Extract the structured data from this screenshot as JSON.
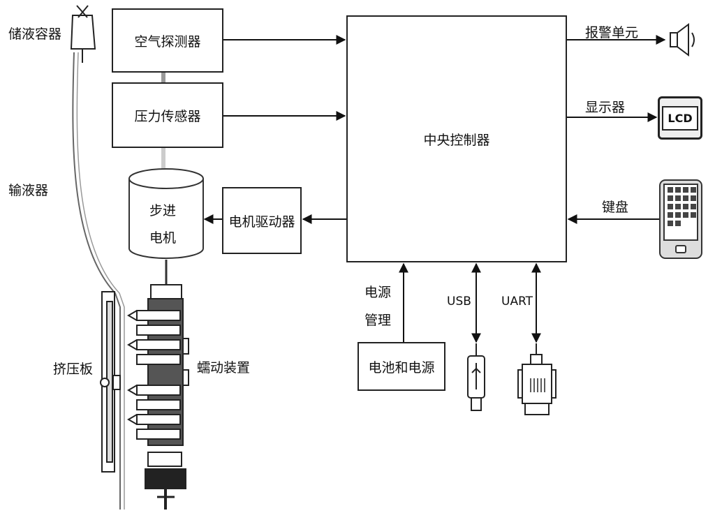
{
  "labels": {
    "reservoir": "储液容器",
    "air_detector": "空气探测器",
    "pressure_sensor": "压力传感器",
    "controller": "中央控制器",
    "alarm": "报警单元",
    "display": "显示器",
    "lcd": "LCD",
    "keyboard": "键盘",
    "infusion_set": "输液器",
    "motor_line1": "步进",
    "motor_line2": "电机",
    "motor_driver": "电机驱动器",
    "power_mgmt_line1": "电源",
    "power_mgmt_line2": "管理",
    "battery": "电池和电源",
    "usb": "USB",
    "uart": "UART",
    "squeeze_plate": "挤压板",
    "peristaltic": "蠕动装置"
  }
}
